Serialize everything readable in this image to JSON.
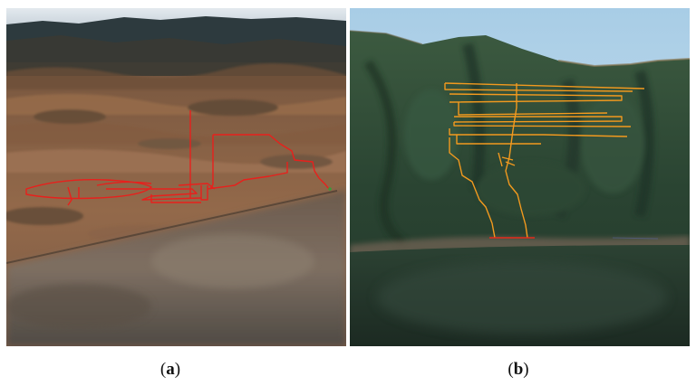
{
  "figure": {
    "panels": [
      {
        "id": "a",
        "caption_open": "(",
        "caption_letter": "a",
        "caption_close": ")",
        "track_color": "#e8201c",
        "sky_color": "#d9e2e9"
      },
      {
        "id": "b",
        "caption_open": "(",
        "caption_letter": "b",
        "caption_close": ")",
        "track_color": "#f39a1e",
        "base_color": "#e62a1a",
        "sky_color": "#bcd6e8"
      }
    ]
  }
}
